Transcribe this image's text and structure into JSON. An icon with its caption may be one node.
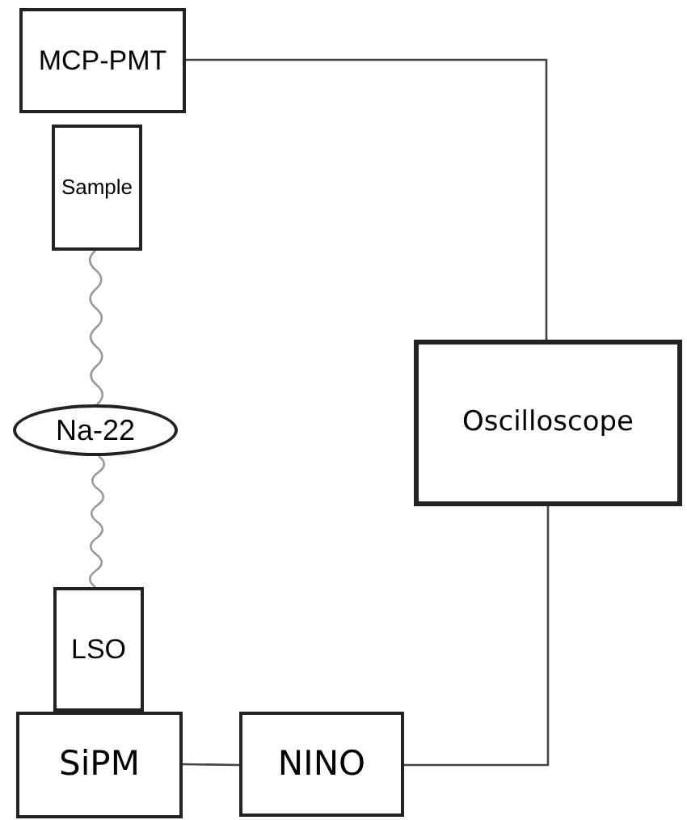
{
  "diagram": {
    "nodes": [
      {
        "text": [
          "MCP-PMT"
        ]
      },
      {
        "text": [
          "Sample"
        ]
      },
      {
        "text": [
          "Na-22"
        ]
      },
      {
        "text": [
          "Oscilloscope"
        ]
      },
      {
        "text": [
          "LSO"
        ]
      },
      {
        "text": [
          "SiPM"
        ]
      },
      {
        "text": [
          "NINO"
        ]
      }
    ],
    "edges": [
      {
        "from": 0,
        "to": 3,
        "arrow": "none"
      },
      {
        "from": 2,
        "to": 1,
        "arrow": "none",
        "color": "#999999"
      },
      {
        "from": 2,
        "to": 4,
        "arrow": "none",
        "color": "#999999"
      },
      {
        "from": 5,
        "to": 6,
        "arrow": "none"
      },
      {
        "from": 6,
        "to": 3,
        "arrow": "none"
      }
    ]
  }
}
